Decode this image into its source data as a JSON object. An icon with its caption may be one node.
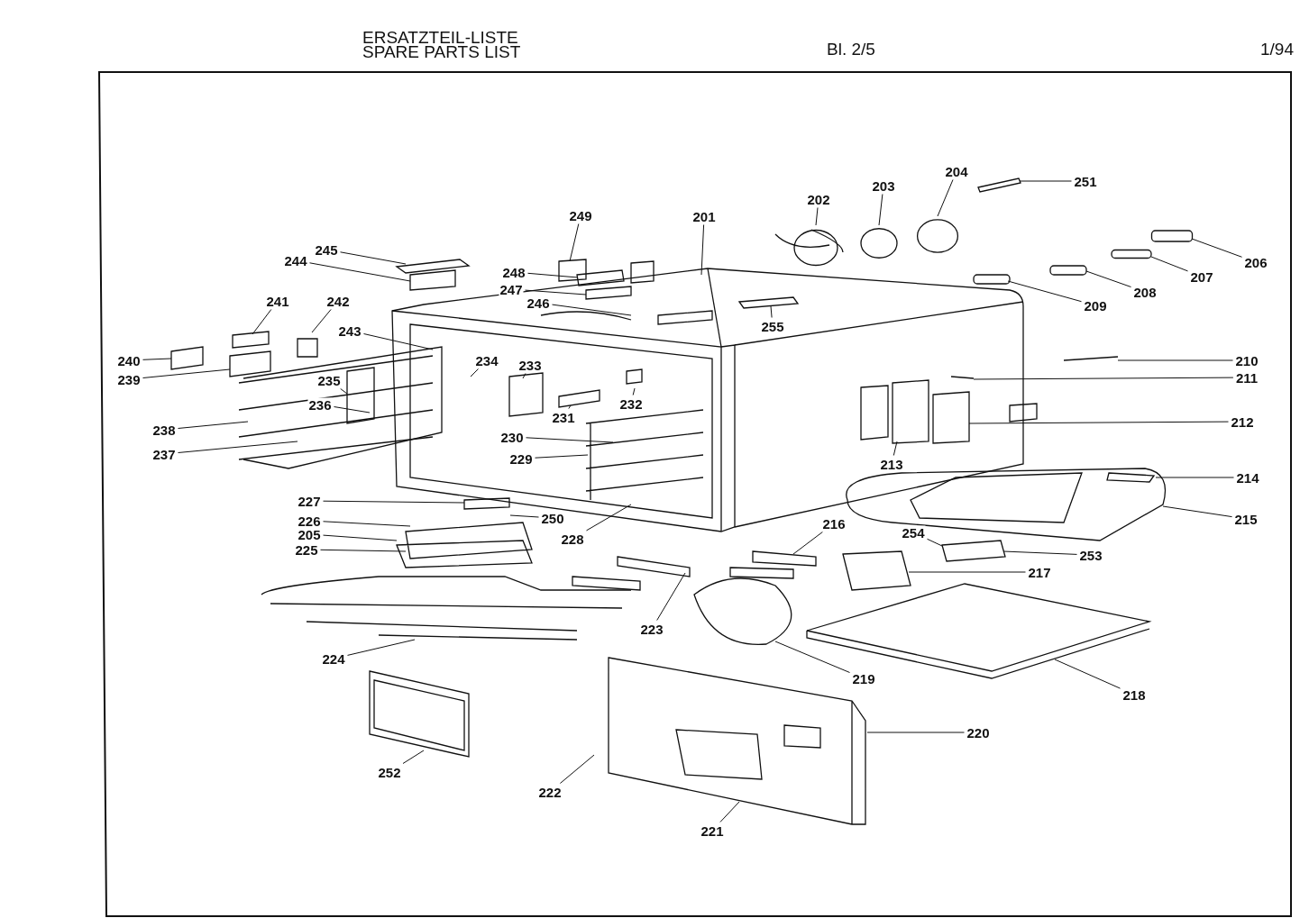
{
  "diagram": {
    "nodes": [
      {
        "text": [
          "204"
        ]
      },
      {
        "text": [
          "251"
        ]
      },
      {
        "text": [
          "203"
        ]
      },
      {
        "text": [
          "202"
        ]
      },
      {
        "text": [
          "249"
        ]
      },
      {
        "text": [
          "201"
        ]
      },
      {
        "text": [
          "245"
        ]
      },
      {
        "text": [
          "206"
        ]
      },
      {
        "text": [
          "244"
        ]
      },
      {
        "text": [
          "248"
        ]
      },
      {
        "text": [
          "207"
        ]
      },
      {
        "text": [
          "247"
        ]
      },
      {
        "text": [
          "208"
        ]
      },
      {
        "text": [
          "241"
        ]
      },
      {
        "text": [
          "242"
        ]
      },
      {
        "text": [
          "246"
        ]
      },
      {
        "text": [
          "209"
        ]
      },
      {
        "text": [
          "255"
        ]
      },
      {
        "text": [
          "243"
        ]
      },
      {
        "text": [
          "240"
        ]
      },
      {
        "text": [
          "234"
        ]
      },
      {
        "text": [
          "210"
        ]
      },
      {
        "text": [
          "233"
        ]
      },
      {
        "text": [
          "239"
        ]
      },
      {
        "text": [
          "211"
        ]
      },
      {
        "text": [
          "235"
        ]
      },
      {
        "text": [
          "232"
        ]
      },
      {
        "text": [
          "236"
        ]
      },
      {
        "text": [
          "231"
        ]
      },
      {
        "text": [
          "212"
        ]
      },
      {
        "text": [
          "238"
        ]
      },
      {
        "text": [
          "230"
        ]
      },
      {
        "text": [
          "237"
        ]
      },
      {
        "text": [
          "229"
        ]
      },
      {
        "text": [
          "213"
        ]
      },
      {
        "text": [
          "214"
        ]
      },
      {
        "text": [
          "227"
        ]
      },
      {
        "text": [
          "250"
        ]
      },
      {
        "text": [
          "215"
        ]
      },
      {
        "text": [
          "216"
        ]
      },
      {
        "text": [
          "226"
        ]
      },
      {
        "text": [
          "205"
        ]
      },
      {
        "text": [
          "228"
        ]
      },
      {
        "text": [
          "254"
        ]
      },
      {
        "text": [
          "225"
        ]
      },
      {
        "text": [
          "253"
        ]
      },
      {
        "text": [
          "217"
        ]
      },
      {
        "text": [
          "223"
        ]
      },
      {
        "text": [
          "224"
        ]
      },
      {
        "text": [
          "219"
        ]
      },
      {
        "text": [
          "218"
        ]
      },
      {
        "text": [
          "220"
        ]
      },
      {
        "text": [
          "252"
        ]
      },
      {
        "text": [
          "222"
        ]
      },
      {
        "text": [
          "221"
        ]
      }
    ],
    "edges": [
      {
        "from": 0,
        "to": null,
        "arrow": "none"
      },
      {
        "from": 1,
        "to": null,
        "arrow": "none"
      },
      {
        "from": 2,
        "to": null,
        "arrow": "none"
      },
      {
        "from": 3,
        "to": null,
        "arrow": "none"
      },
      {
        "from": 4,
        "to": null,
        "arrow": "none"
      },
      {
        "from": 5,
        "to": null,
        "arrow": "none"
      },
      {
        "from": 6,
        "to": null,
        "arrow": "none"
      },
      {
        "from": 7,
        "to": null,
        "arrow": "none"
      },
      {
        "from": 8,
        "to": null,
        "arrow": "none"
      },
      {
        "from": 9,
        "to": null,
        "arrow": "none"
      },
      {
        "from": 10,
        "to": null,
        "arrow": "none"
      },
      {
        "from": 11,
        "to": null,
        "arrow": "none"
      },
      {
        "from": 12,
        "to": null,
        "arrow": "none"
      },
      {
        "from": 13,
        "to": null,
        "arrow": "none"
      },
      {
        "from": 14,
        "to": null,
        "arrow": "none"
      },
      {
        "from": 15,
        "to": null,
        "arrow": "none"
      },
      {
        "from": 16,
        "to": null,
        "arrow": "none"
      },
      {
        "from": 17,
        "to": null,
        "arrow": "none"
      },
      {
        "from": 18,
        "to": null,
        "arrow": "none"
      },
      {
        "from": 19,
        "to": null,
        "arrow": "none"
      },
      {
        "from": 20,
        "to": null,
        "arrow": "none"
      },
      {
        "from": 21,
        "to": null,
        "arrow": "none"
      },
      {
        "from": 22,
        "to": null,
        "arrow": "none"
      },
      {
        "from": 23,
        "to": null,
        "arrow": "none"
      },
      {
        "from": 24,
        "to": null,
        "arrow": "none"
      },
      {
        "from": 25,
        "to": null,
        "arrow": "none"
      },
      {
        "from": 26,
        "to": null,
        "arrow": "none"
      },
      {
        "from": 27,
        "to": null,
        "arrow": "none"
      },
      {
        "from": 28,
        "to": null,
        "arrow": "none"
      },
      {
        "from": 29,
        "to": null,
        "arrow": "none"
      },
      {
        "from": 30,
        "to": null,
        "arrow": "none"
      },
      {
        "from": 31,
        "to": null,
        "arrow": "none"
      },
      {
        "from": 32,
        "to": null,
        "arrow": "none"
      },
      {
        "from": 33,
        "to": null,
        "arrow": "none"
      },
      {
        "from": 34,
        "to": null,
        "arrow": "none"
      },
      {
        "from": 35,
        "to": null,
        "arrow": "none"
      },
      {
        "from": 36,
        "to": null,
        "arrow": "none"
      },
      {
        "from": 37,
        "to": null,
        "arrow": "none"
      },
      {
        "from": 38,
        "to": null,
        "arrow": "none"
      },
      {
        "from": 39,
        "to": null,
        "arrow": "none"
      },
      {
        "from": 40,
        "to": null,
        "arrow": "none"
      },
      {
        "from": 41,
        "to": null,
        "arrow": "none"
      },
      {
        "from": 42,
        "to": null,
        "arrow": "none"
      },
      {
        "from": 43,
        "to": null,
        "arrow": "none"
      },
      {
        "from": 44,
        "to": null,
        "arrow": "none"
      },
      {
        "from": 45,
        "to": null,
        "arrow": "none"
      },
      {
        "from": 46,
        "to": null,
        "arrow": "none"
      },
      {
        "from": 47,
        "to": null,
        "arrow": "none"
      },
      {
        "from": 48,
        "to": null,
        "arrow": "none"
      },
      {
        "from": 49,
        "to": null,
        "arrow": "none"
      },
      {
        "from": 50,
        "to": null,
        "arrow": "none"
      },
      {
        "from": 51,
        "to": null,
        "arrow": "none"
      },
      {
        "from": 52,
        "to": null,
        "arrow": "none"
      },
      {
        "from": 53,
        "to": null,
        "arrow": "none"
      },
      {
        "from": 54,
        "to": null,
        "arrow": "none"
      }
    ],
    "labels": [
      "ERSATZTEIL-LISTE",
      "SPARE PARTS LIST",
      "Bl. 2/5",
      "1/94"
    ]
  }
}
